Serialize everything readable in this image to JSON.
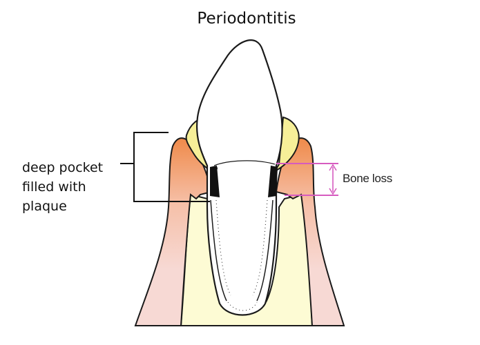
{
  "title": "Periodontitis",
  "labels": {
    "pocket_lines": [
      "deep pocket",
      "filled with",
      "plaque"
    ],
    "bone_loss": "Bone loss"
  },
  "colors": {
    "outline": "#1a1a1a",
    "bone": "#fdfbd4",
    "gum_light": "#f7d9d4",
    "gum_inflamed": "#ef8a4a",
    "tartar": "#f6ef98",
    "plaque": "#111111",
    "bone_loss_marker": "#d65bbf"
  }
}
